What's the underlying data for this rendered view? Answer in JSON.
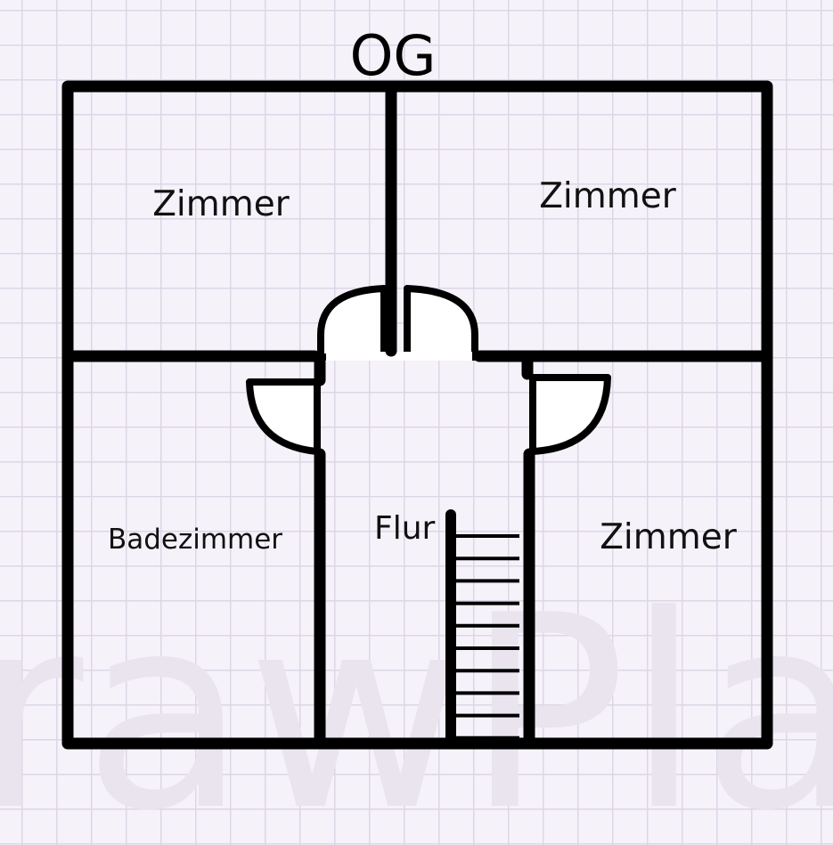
{
  "plan": {
    "title": "OG",
    "rooms": [
      {
        "name": "Zimmer"
      },
      {
        "name": "Zimmer"
      },
      {
        "name": "Badezimmer"
      },
      {
        "name": "Flur"
      },
      {
        "name": "Zimmer"
      }
    ]
  },
  "watermark": "rawPla"
}
